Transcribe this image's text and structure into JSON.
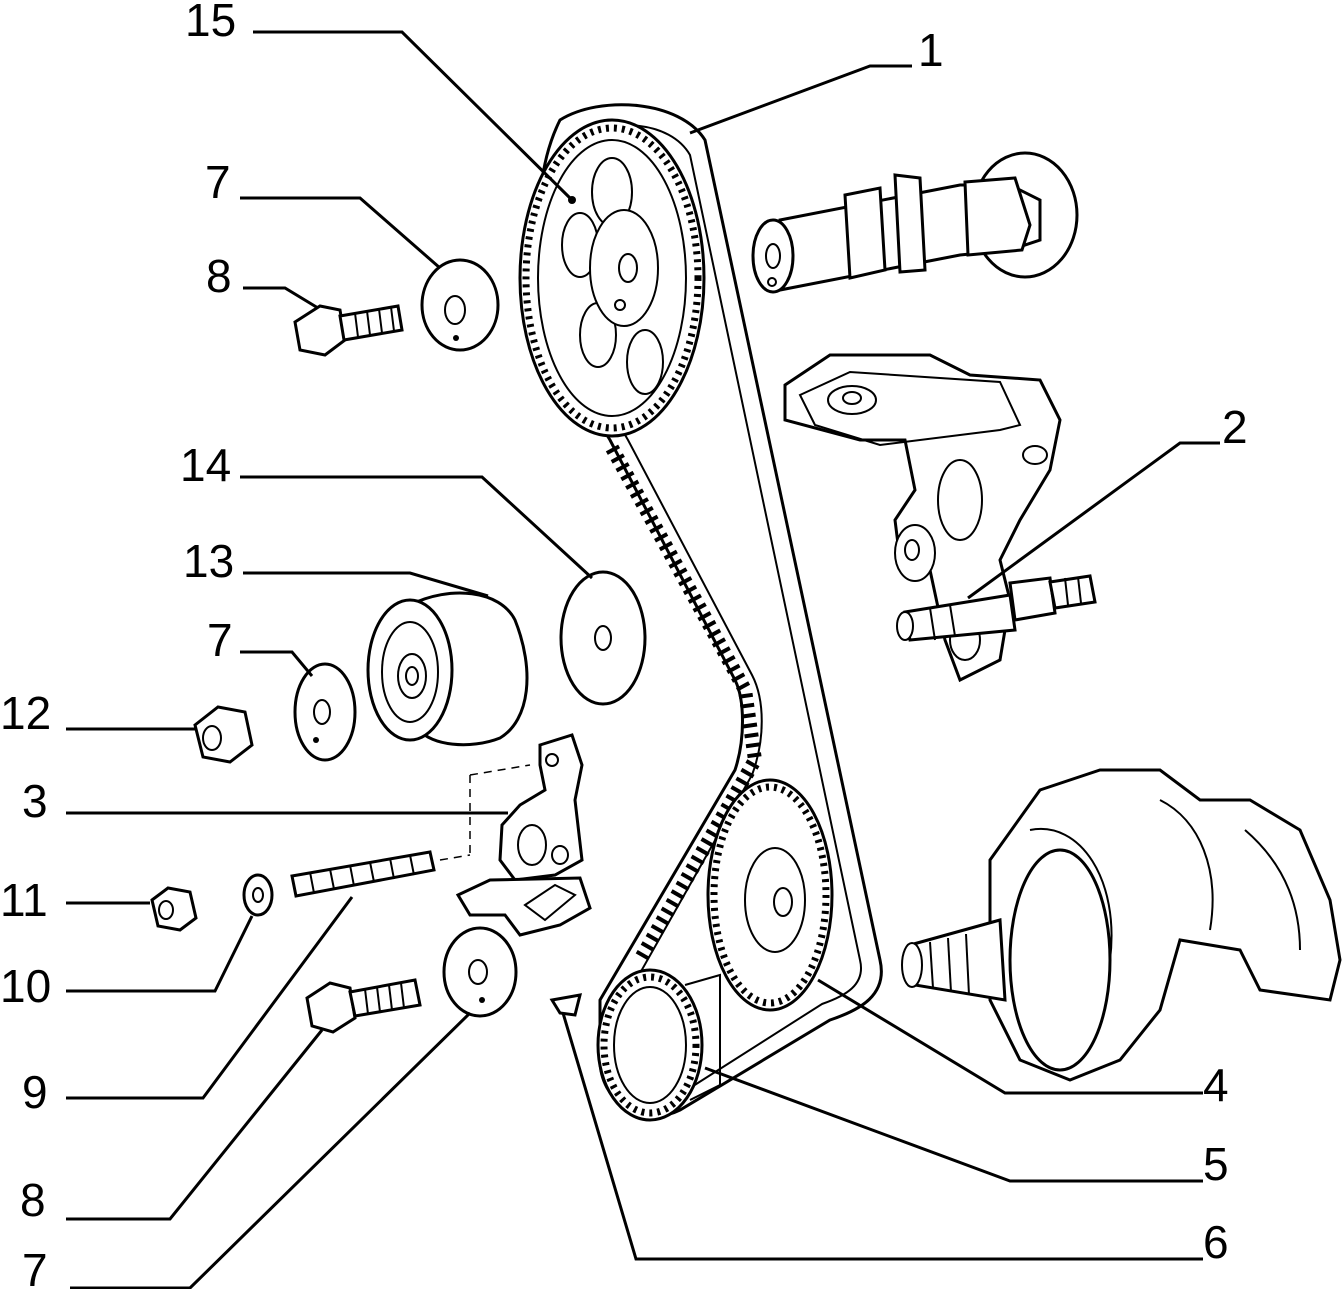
{
  "diagram": {
    "callouts": [
      {
        "id": "c15",
        "text": "15"
      },
      {
        "id": "c1",
        "text": "1"
      },
      {
        "id": "c7a",
        "text": "7"
      },
      {
        "id": "c8a",
        "text": "8"
      },
      {
        "id": "c2",
        "text": "2"
      },
      {
        "id": "c14",
        "text": "14"
      },
      {
        "id": "c13",
        "text": "13"
      },
      {
        "id": "c7b",
        "text": "7"
      },
      {
        "id": "c12",
        "text": "12"
      },
      {
        "id": "c3",
        "text": "3"
      },
      {
        "id": "c11",
        "text": "11"
      },
      {
        "id": "c10",
        "text": "10"
      },
      {
        "id": "c4",
        "text": "4"
      },
      {
        "id": "c9",
        "text": "9"
      },
      {
        "id": "c5",
        "text": "5"
      },
      {
        "id": "c8b",
        "text": "8"
      },
      {
        "id": "c6",
        "text": "6"
      },
      {
        "id": "c7c",
        "text": "7"
      }
    ]
  }
}
